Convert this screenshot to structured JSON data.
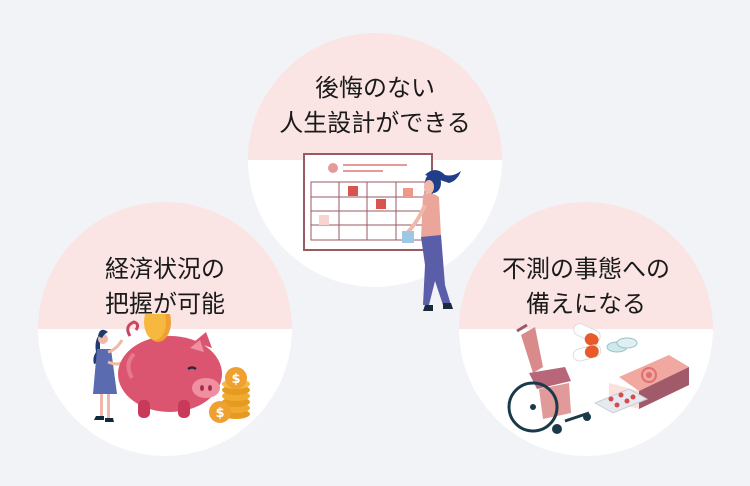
{
  "colors": {
    "background": "#f2f3f7",
    "circle_top_half": "#fae4e4",
    "circle_bottom_half": "#ffffff",
    "text": "#1a1a1a"
  },
  "benefits": [
    {
      "id": "life-planning",
      "title_line1": "後悔のない",
      "title_line2": "人生設計ができる",
      "illustration": "woman-with-calendar-board"
    },
    {
      "id": "financial-overview",
      "title_line1": "経済状況の",
      "title_line2": "把握が可能",
      "illustration": "woman-with-piggy-bank-and-coins"
    },
    {
      "id": "emergency-preparedness",
      "title_line1": "不測の事態への",
      "title_line2": "備えになる",
      "illustration": "wheelchair-and-medicine"
    }
  ]
}
